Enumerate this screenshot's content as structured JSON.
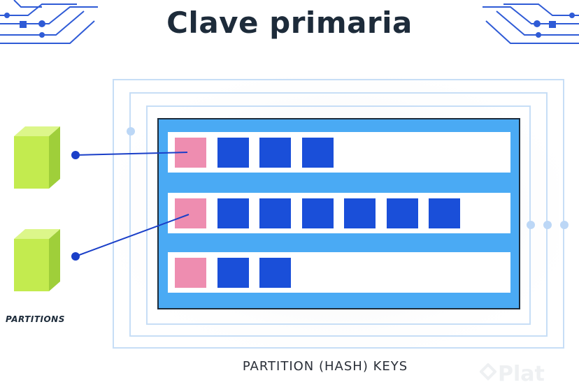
{
  "title": "Clave primaria",
  "partitions_label": "PARTITIONS",
  "keys_label": "PARTITION (HASH) KEYS",
  "watermark": "Plat",
  "colors": {
    "title": "#1d2b3a",
    "table_blue": "#4aaaf4",
    "table_border": "#1d2b3a",
    "hash_key": "#ee8db0",
    "item": "#1a4fd9",
    "partition_front": "#c3eb4f",
    "partition_side": "#9fcf3a",
    "partition_top": "#dcf68a",
    "connector": "#1a3fc8",
    "frame": "#c7def6",
    "dots": "#bcd7f6",
    "circuit": "#2f5bd6"
  },
  "rows": [
    {
      "hash_keys": 1,
      "items": 3
    },
    {
      "hash_keys": 1,
      "items": 6
    },
    {
      "hash_keys": 1,
      "items": 2
    }
  ]
}
